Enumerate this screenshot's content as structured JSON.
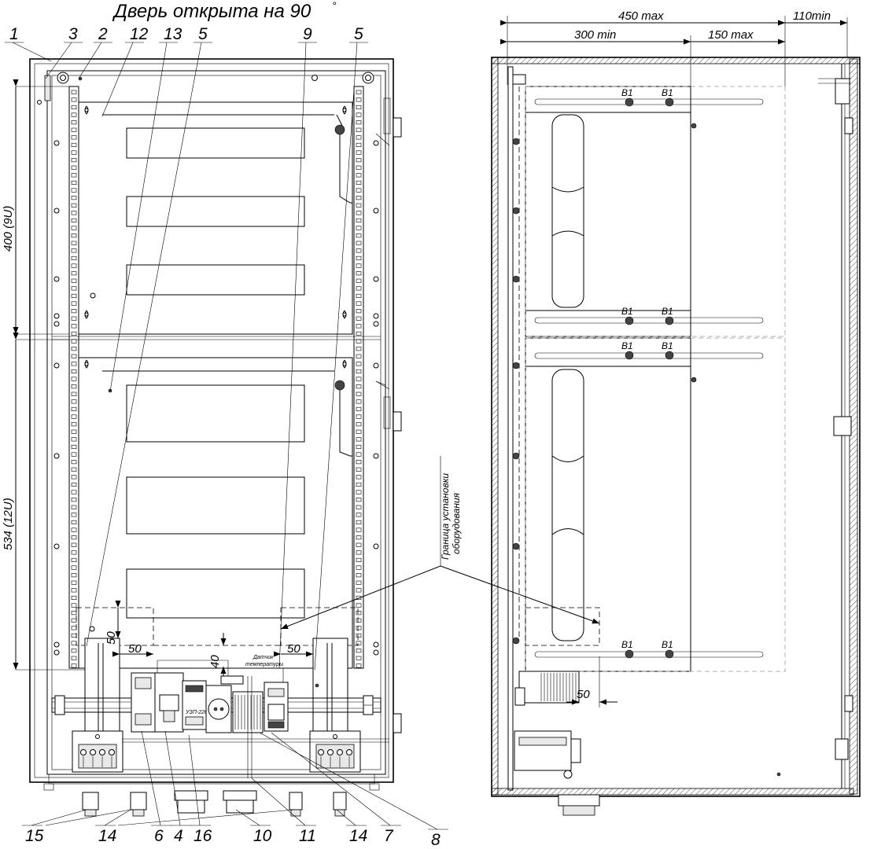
{
  "title": "Дверь открыта на 90",
  "degree": "°",
  "callouts_top": [
    "1",
    "3",
    "2",
    "12",
    "13",
    "5",
    "9",
    "5"
  ],
  "callouts_bottom": [
    "15",
    "14",
    "6",
    "4",
    "16",
    "10",
    "11",
    "14",
    "7",
    "8"
  ],
  "front_dims": {
    "upper": "400 (9U)",
    "lower": "534 (12U)",
    "clear_50_vertical": "50",
    "clear_50_left": "50",
    "clear_50_right": "50",
    "clear_40": "40"
  },
  "sensor_label": [
    "Датчик",
    "температуры"
  ],
  "boundary_label": [
    "Граница установки",
    "оборудования"
  ],
  "device_labels": [
    "УЗП-220"
  ],
  "side_dims": {
    "overall": "450 max",
    "front": "300 min",
    "rear": "150 max",
    "door": "110min",
    "clearance": "50"
  },
  "bolt_label": "B1"
}
